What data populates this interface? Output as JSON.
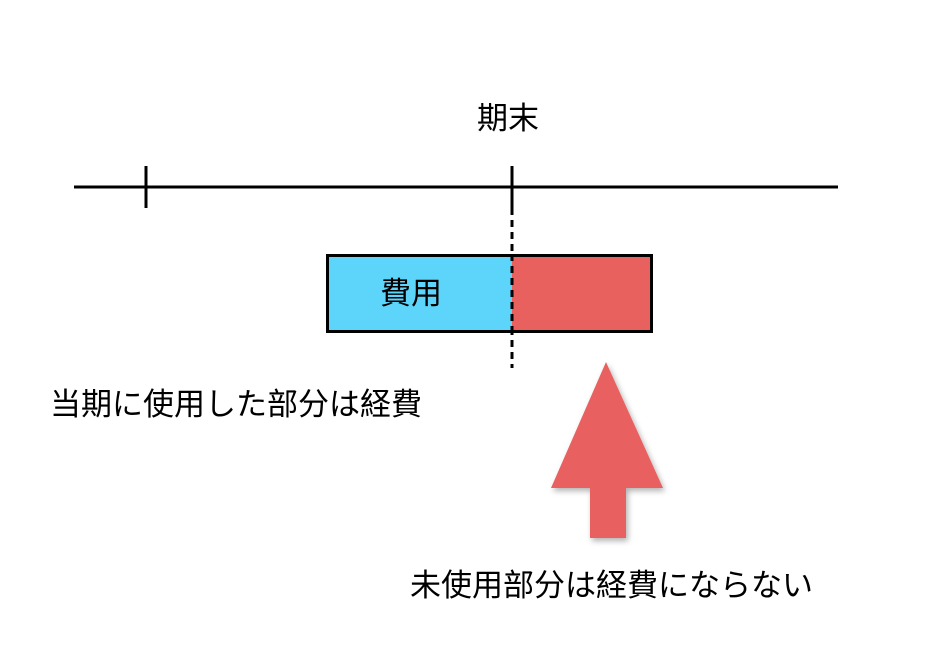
{
  "labels": {
    "period_end": "期末",
    "expense_bar": "費用",
    "used_portion": "当期に使用した部分は経費",
    "unused_portion": "未使用部分は経費にならない"
  },
  "colors": {
    "used_fill": "#5dd5fa",
    "unused_fill": "#e8615e",
    "arrow_fill": "#e8615e",
    "line": "#000000"
  }
}
